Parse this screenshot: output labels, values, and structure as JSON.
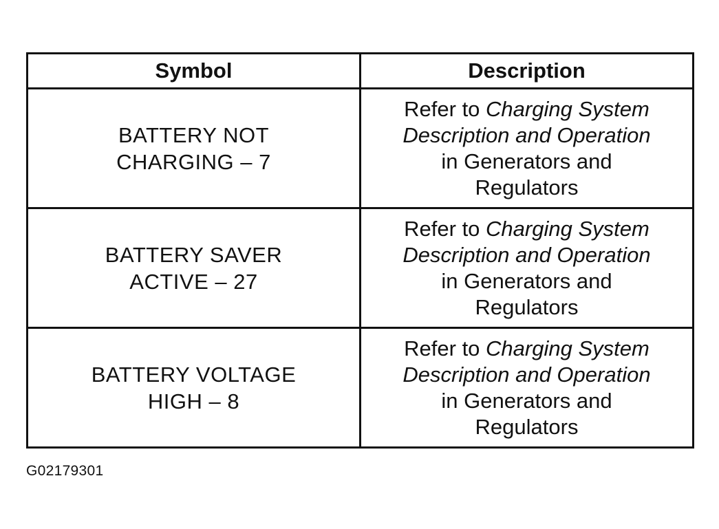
{
  "table": {
    "headers": {
      "symbol": "Symbol",
      "description": "Description"
    },
    "rows": [
      {
        "symbol_line1": "BATTERY NOT",
        "symbol_line2": "CHARGING – 7",
        "desc_prefix": "Refer to ",
        "desc_italic1": "Charging System",
        "desc_italic2": "Description and Operation",
        "desc_line3": "in Generators and",
        "desc_line4": "Regulators"
      },
      {
        "symbol_line1": "BATTERY SAVER",
        "symbol_line2": "ACTIVE – 27",
        "desc_prefix": "Refer to ",
        "desc_italic1": "Charging System",
        "desc_italic2": "Description and Operation",
        "desc_line3": "in Generators and",
        "desc_line4": "Regulators"
      },
      {
        "symbol_line1": "BATTERY VOLTAGE",
        "symbol_line2": "HIGH – 8",
        "desc_prefix": "Refer to ",
        "desc_italic1": "Charging System",
        "desc_italic2": "Description and Operation",
        "desc_line3": "in Generators and",
        "desc_line4": "Regulators"
      }
    ]
  },
  "figure_code": "G02179301"
}
